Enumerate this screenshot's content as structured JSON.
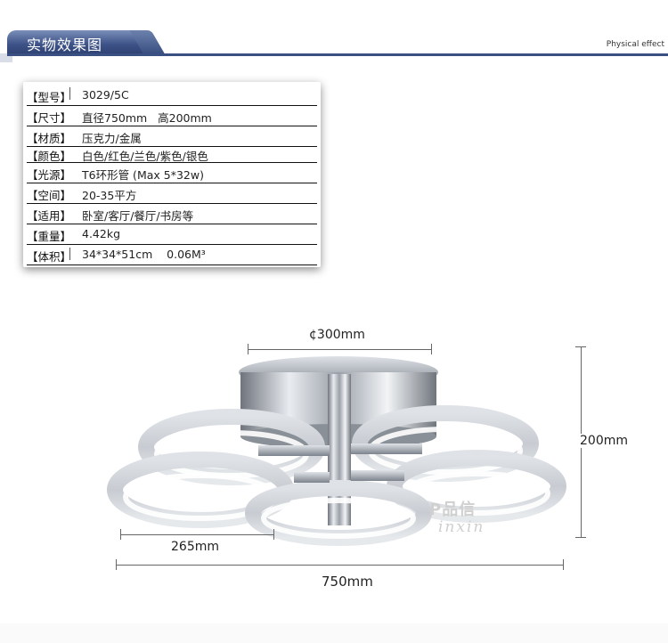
{
  "header": {
    "title": "实物效果图",
    "subtitle_en": "Physical effect"
  },
  "specs": [
    {
      "label": "【型号】",
      "value": "3029/5C"
    },
    {
      "label": "【尺寸】",
      "value": "直径750mm   高200mm"
    },
    {
      "label": "【材质】",
      "value": "压克力/金属"
    },
    {
      "label": "【颜色】",
      "value": "白色/红色/兰色/紫色/银色"
    },
    {
      "label": "【光源】",
      "value": "T6环形管 (Max 5*32w)"
    },
    {
      "label": "【空间】",
      "value": "20-35平方"
    },
    {
      "label": "【适用】",
      "value": "卧室/客厅/餐厅/书房等"
    },
    {
      "label": "【重量】",
      "value": "4.42kg"
    },
    {
      "label": "【体积】",
      "value": "34*34*51cm    0.06M³"
    }
  ],
  "dimensions": {
    "top_diameter": "¢300mm",
    "height": "200mm",
    "ring": "265mm",
    "total": "750mm"
  },
  "watermark": {
    "brand_cn": "P品信",
    "brand_en": "inxin"
  },
  "colors": {
    "banner": "#3d5287",
    "rule": "#3a4f82"
  }
}
